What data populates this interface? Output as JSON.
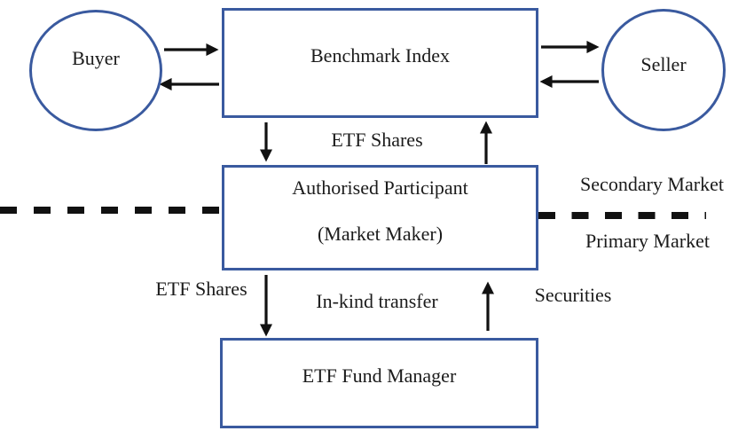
{
  "nodes": {
    "buyer": "Buyer",
    "seller": "Seller",
    "benchmark": "Benchmark Index",
    "authorised_participant_line1": "Authorised Participant",
    "authorised_participant_line2": "(Market Maker)",
    "fund_manager": "ETF Fund Manager"
  },
  "labels": {
    "etf_shares_top": "ETF Shares",
    "secondary_market": "Secondary Market",
    "primary_market": "Primary Market",
    "etf_shares_left": "ETF Shares",
    "in_kind_transfer": "In-kind transfer",
    "securities": "Securities"
  },
  "colors": {
    "shape_border": "#3a5a9f",
    "connector": "#111111",
    "background": "#ffffff"
  }
}
